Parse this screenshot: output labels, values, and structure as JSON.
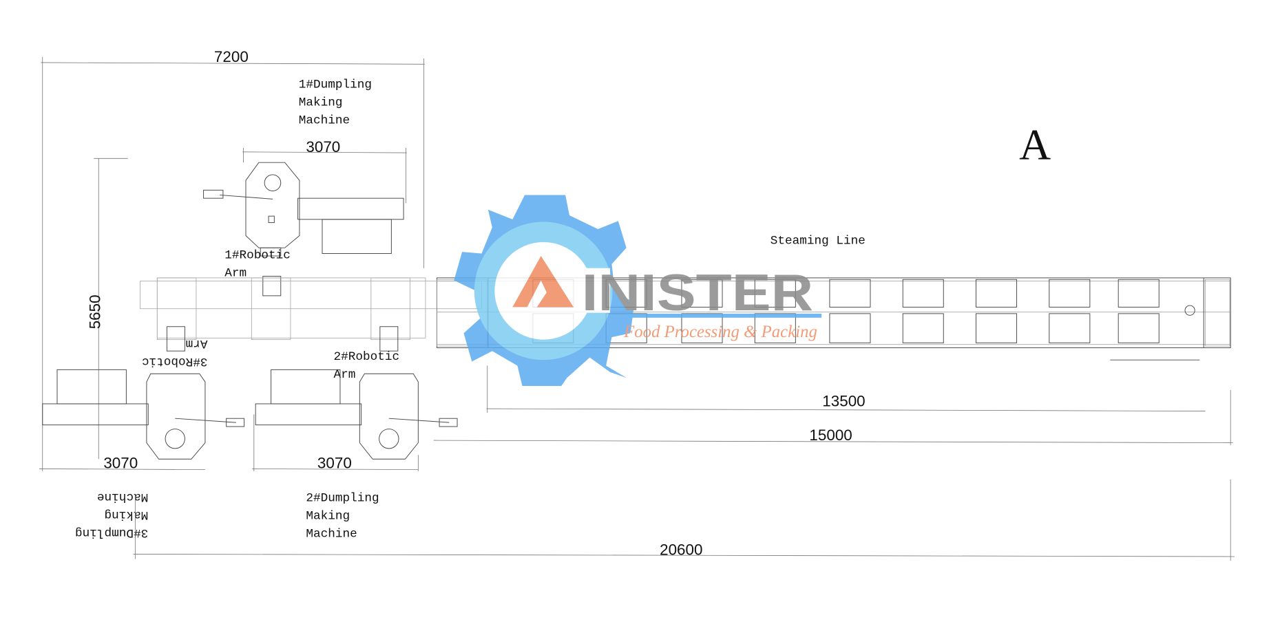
{
  "title_letter": "A",
  "dimensions": {
    "overall_top": "7200",
    "machine1_width": "3070",
    "vertical": "5650",
    "machine3_width": "3070",
    "machine2_width": "3070",
    "steam_inner": "13500",
    "steam_outer": "15000",
    "overall_bottom": "20600"
  },
  "labels": {
    "machine1": [
      "1#Dumpling",
      "Making",
      "Machine"
    ],
    "arm1": [
      "1#Robotic",
      "Arm"
    ],
    "arm2": [
      "2#Robotic",
      "Arm"
    ],
    "arm3": [
      "3#Robotic",
      "Arm"
    ],
    "machine2": [
      "2#Dumpling",
      "Making",
      "Machine"
    ],
    "machine3": [
      "3#Dumpling",
      "Making",
      "Machine"
    ],
    "steaming_line": "Steaming Line"
  },
  "watermark": {
    "brand": "AINISTER",
    "tagline": "Food Processing & Packing",
    "colors": {
      "gear": "#5aaaf0",
      "accent": "#f08a60",
      "text": "#8a8a8a"
    }
  },
  "colors": {
    "line": "#444444",
    "dimension": "#777777"
  }
}
